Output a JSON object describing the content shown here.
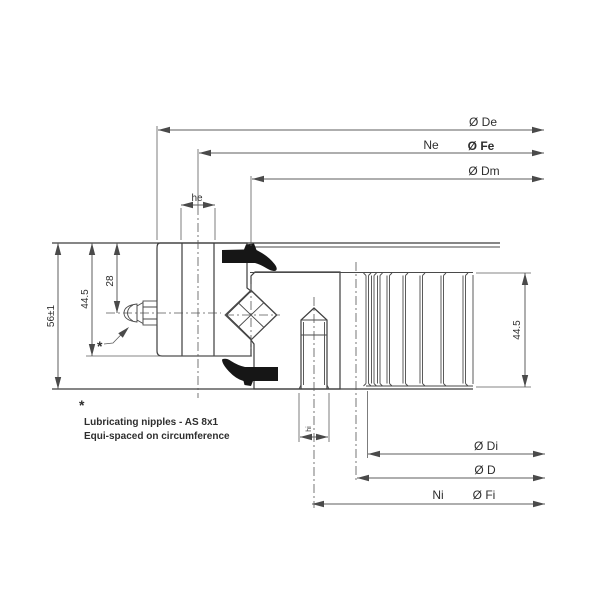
{
  "drawing": {
    "top_dimensions": {
      "de": "Ø De",
      "ne": "Ne",
      "fe": "Ø Fe",
      "dm": "Ø Dm",
      "he": "he"
    },
    "left_dimensions": {
      "total_height": "56±1",
      "outer_ring_height": "44.5",
      "nipple_offset": "28"
    },
    "right_dimensions": {
      "inner_ring_height": "44.5"
    },
    "bottom_dimensions": {
      "hi": "hi",
      "di": "Ø Di",
      "d": "Ø D",
      "ni": "Ni",
      "fi": "Ø Fi"
    },
    "footnote": {
      "marker": "*",
      "nipple_marker": "*",
      "line1": "Lubricating nipples - AS 8x1",
      "line2": "Equi-spaced on circumference"
    },
    "colors": {
      "line": "#3d3d3d",
      "dimension": "#5c5c5c",
      "seal": "#161616",
      "background": "#ffffff"
    }
  }
}
